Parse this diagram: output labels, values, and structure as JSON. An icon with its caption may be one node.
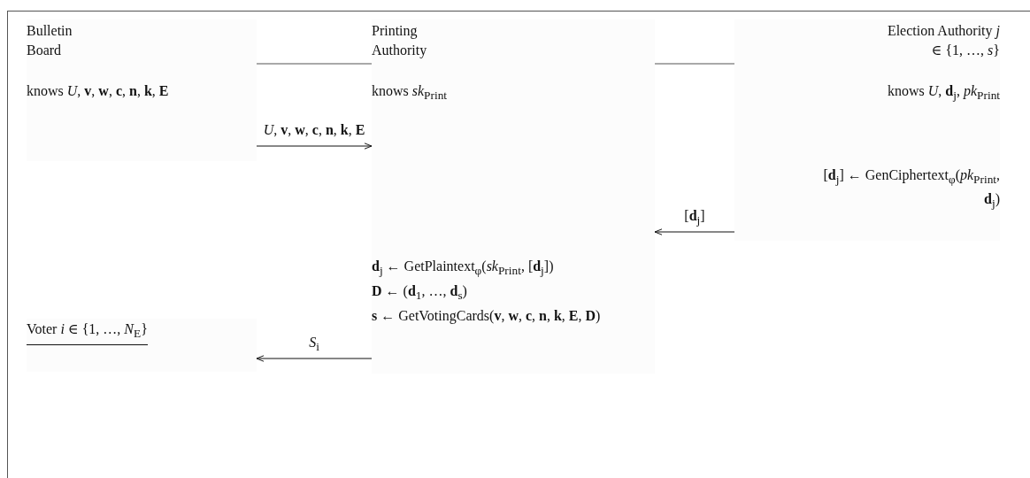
{
  "diagram": {
    "nodes": [
      {
        "text": [
          "Bulletin Board",
          "knows *U*, **v**, **w**, **c**, **n**, **k**, **E**"
        ]
      },
      {
        "text": [
          "Printing Authority",
          "knows *sk*$_{Print}$",
          "**d**$_{j}$ ← GetPlaintext$_{φ}$(*sk*$_{Print}$, [**d**$_{j}$])",
          "**D** ← (**d**$_{1}$, …, **d**$_{s}$)",
          "**s** ← GetVotingCards(**v**, **w**, **c**, **n**, **k**, **E**, **D**)"
        ]
      },
      {
        "text": [
          "Election Authority *j* ∈ {1, …, *s*}",
          "knows *U*, **d**$_{j}$, *pk*$_{Print}$",
          "[**d**$_{j}$] ← GenCiphertext$_{φ}$(*pk*$_{Print}$, **d**$_{j}$)"
        ]
      },
      {
        "text": [
          "Voter *i* ∈ {1, …, *N*$_{E}$}"
        ]
      }
    ],
    "edges": [
      {
        "from": 0,
        "to": 1,
        "arrow": "to",
        "label": "*U*, **v**, **w**, **c**, **n**, **k**, **E**"
      },
      {
        "from": 2,
        "to": 1,
        "arrow": "to",
        "label": "[**d**$_{j}$]"
      },
      {
        "from": 1,
        "to": 3,
        "arrow": "to",
        "label": "*S*$_{i}$"
      }
    ]
  }
}
